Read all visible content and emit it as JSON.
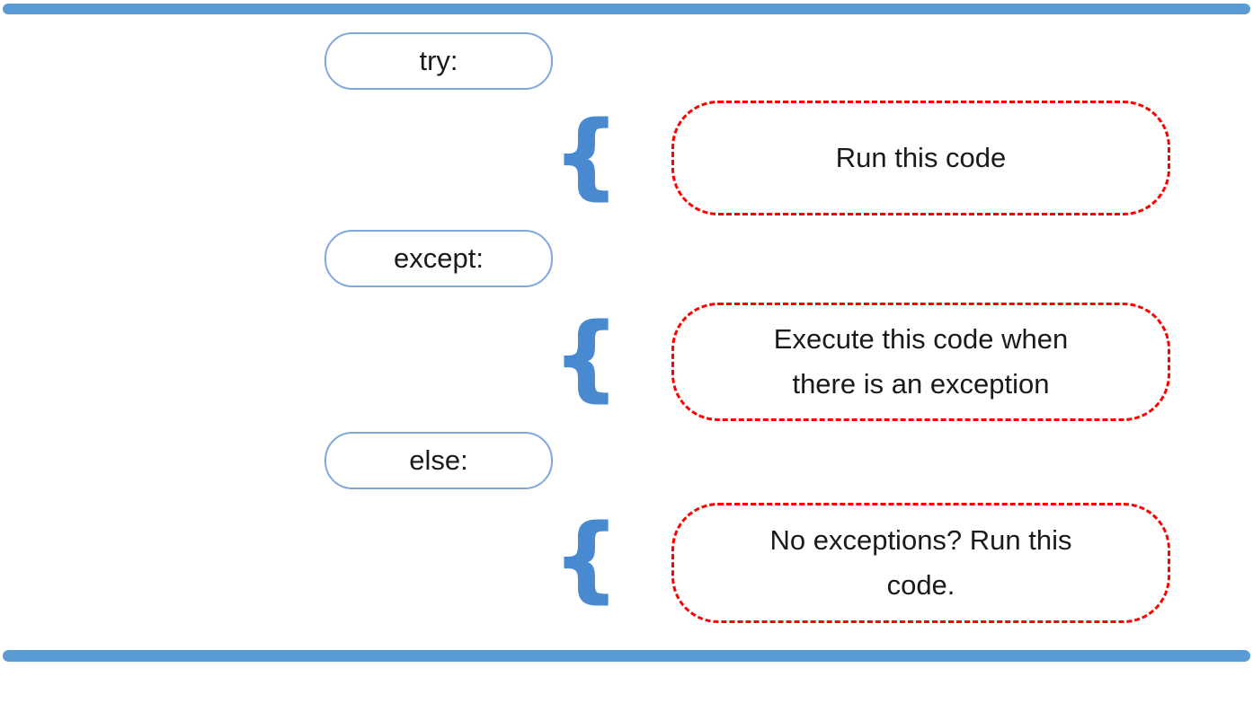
{
  "colors": {
    "accent_blue": "#5B9BD5",
    "pill_border_blue": "#7FA8DC",
    "brace_blue": "#4889D0",
    "dashed_red": "#FF0000",
    "text": "#1A1A1A"
  },
  "brace_glyph": "{",
  "rows": [
    {
      "keyword": "try:",
      "lines": [
        "Run this code"
      ]
    },
    {
      "keyword": "except:",
      "lines": [
        "Execute this code when",
        "there is an exception"
      ]
    },
    {
      "keyword": "else:",
      "lines": [
        "No exceptions? Run this",
        "code."
      ]
    }
  ]
}
